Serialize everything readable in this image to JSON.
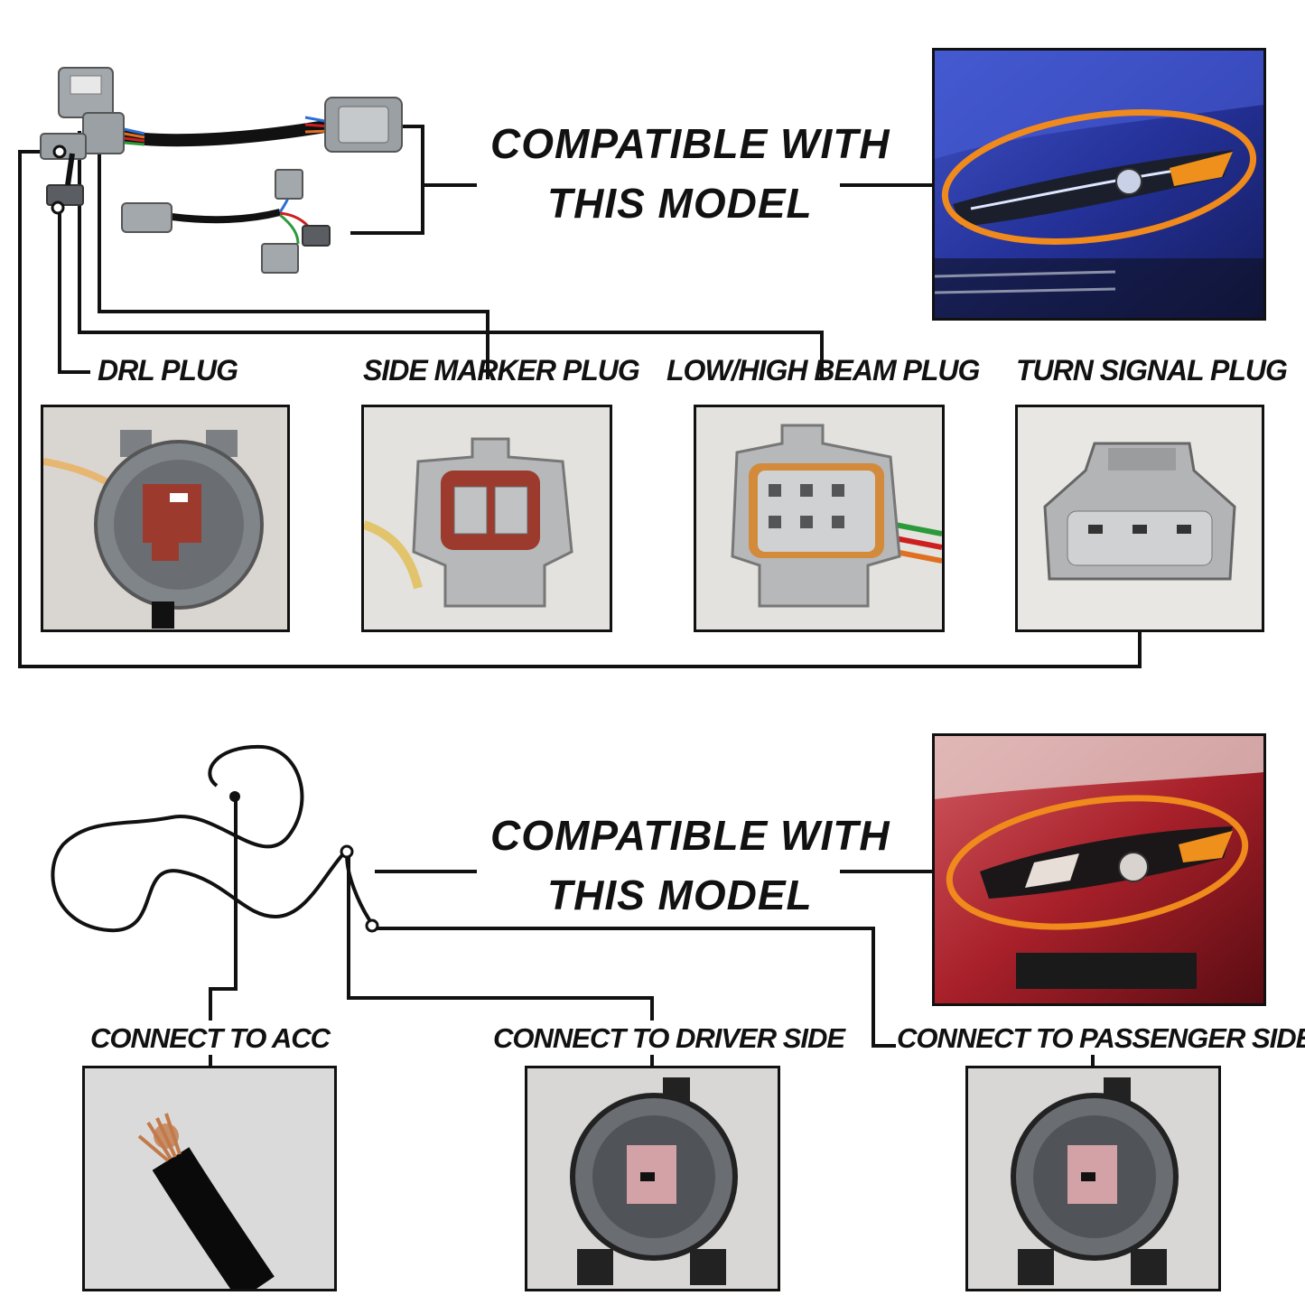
{
  "top": {
    "compat_line1": "COMPATIBLE  WITH",
    "compat_line2": "THIS  MODEL",
    "plugs": [
      {
        "label": "DRL  PLUG"
      },
      {
        "label": "SIDE MARKER PLUG"
      },
      {
        "label": "LOW/HIGH BEAM PLUG"
      },
      {
        "label": "TURN SIGNAL PLUG"
      }
    ],
    "car_color": "#2a3a9c"
  },
  "bottom": {
    "compat_line1": "COMPATIBLE  WITH",
    "compat_line2": "THIS  MODEL",
    "connections": [
      {
        "label": "CONNECT TO ACC"
      },
      {
        "label": "CONNECT TO DRIVER SIDE"
      },
      {
        "label": "CONNECT TO PASSENGER SIDE"
      }
    ],
    "car_color": "#a8202a"
  },
  "colors": {
    "highlight": "#f08a1c",
    "line": "#111111",
    "plug_gray": "#9aa0a4",
    "terminal_red": "#9c3a2e"
  }
}
